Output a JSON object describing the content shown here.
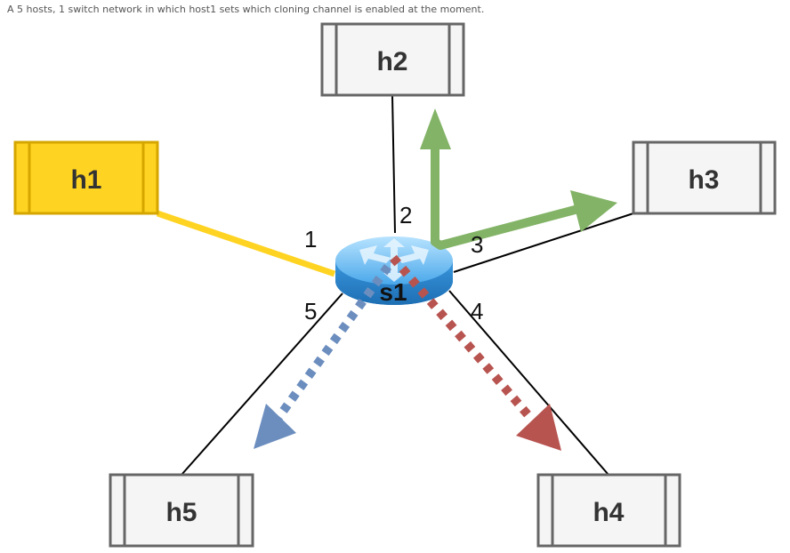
{
  "caption": "A 5 hosts, 1 switch network in which host1 sets which cloning channel is enabled at the moment.",
  "switch": {
    "label": "s1"
  },
  "hosts": [
    {
      "id": "h1",
      "label": "h1",
      "highlighted": true
    },
    {
      "id": "h2",
      "label": "h2",
      "highlighted": false
    },
    {
      "id": "h3",
      "label": "h3",
      "highlighted": false
    },
    {
      "id": "h4",
      "label": "h4",
      "highlighted": false
    },
    {
      "id": "h5",
      "label": "h5",
      "highlighted": false
    }
  ],
  "ports": [
    {
      "label": "1",
      "host": "h1"
    },
    {
      "label": "2",
      "host": "h2"
    },
    {
      "label": "3",
      "host": "h3"
    },
    {
      "label": "4",
      "host": "h4"
    },
    {
      "label": "5",
      "host": "h5"
    }
  ],
  "channels": [
    {
      "to": "h2",
      "style": "solid",
      "color": "#82b366"
    },
    {
      "to": "h3",
      "style": "solid",
      "color": "#82b366"
    },
    {
      "to": "h4",
      "style": "dotted",
      "color": "#b85450"
    },
    {
      "to": "h5",
      "style": "dotted",
      "color": "#6c8ebf"
    }
  ],
  "colors": {
    "highlight_host_fill": "#ffd321",
    "highlight_host_stroke": "#d6a600",
    "host_fill": "#f5f5f5",
    "host_stroke": "#666666",
    "switch_body": "#3a9be0"
  }
}
